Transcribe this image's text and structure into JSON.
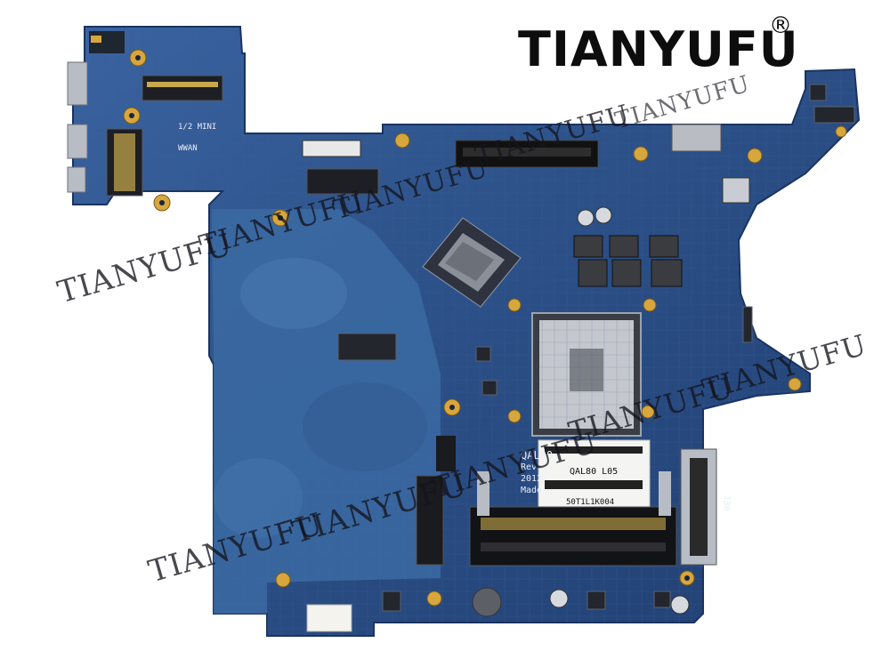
{
  "brand": {
    "name": "TIANYUFU",
    "registered_mark": "®"
  },
  "watermark_text": "TIANYUFU",
  "board_labels": {
    "mini_card": "1/2 MINI",
    "wwan": "WWAN",
    "model_prefix": "QAL80",
    "revision": "Rev:1",
    "year": "2012-",
    "made": "Made",
    "sticker_model": "QAL80 L05",
    "sticker_code": "50T1L1K004",
    "conn_label": "J30"
  },
  "colors": {
    "pcb": "#2b4f86",
    "pcb_dark": "#1c3a6a",
    "pcb_light": "#4a78b0",
    "gold": "#d7a63c",
    "brand": "#0d0d0d"
  }
}
